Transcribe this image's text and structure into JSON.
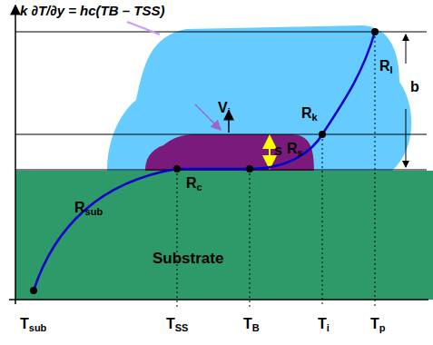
{
  "diagram": {
    "labels": [
      "k ∂T/∂y = hc(TB – TSS)",
      "Vi",
      "b",
      "Rk",
      "Rl",
      "s",
      "Rs",
      "Rc",
      "Rsub",
      "Substrate",
      "Tsub",
      "TSS",
      "TB",
      "Ti",
      "Tp"
    ]
  }
}
